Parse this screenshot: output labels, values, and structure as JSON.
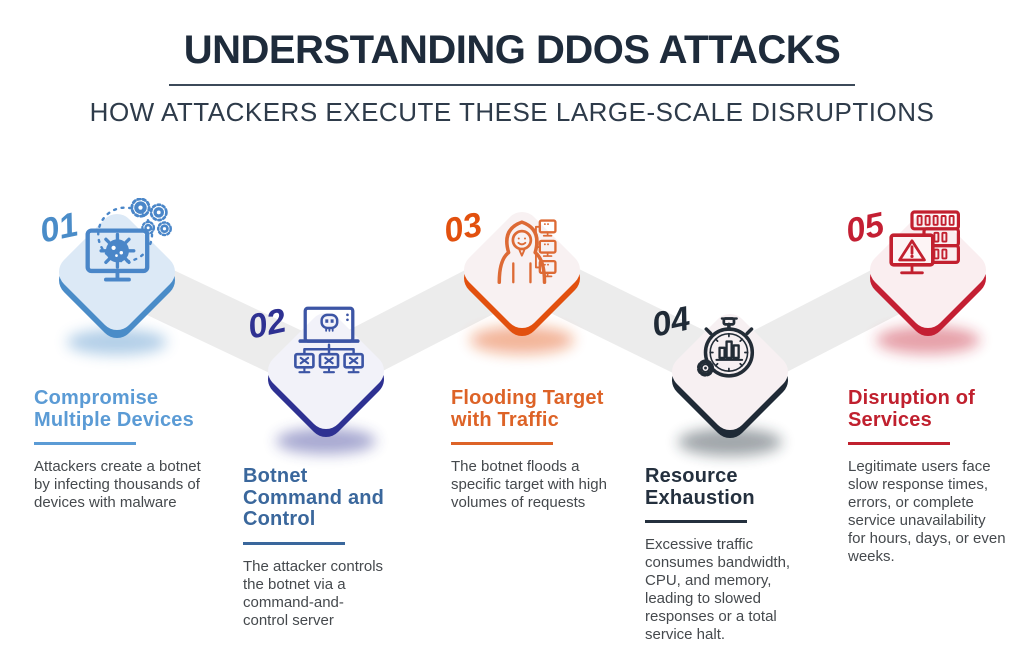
{
  "header": {
    "title": "UNDERSTANDING DDOS ATTACKS",
    "subtitle": "HOW ATTACKERS EXECUTE THESE LARGE-SCALE DISRUPTIONS"
  },
  "palette": {
    "title": "#1e2b3b",
    "subtitle": "#2e3b4a",
    "rule": "#3c4a59",
    "body": "#45494d",
    "ribbon": "#ececec"
  },
  "steps": [
    {
      "number": "01",
      "heading": "Compromise\nMultiple Devices",
      "body": "Attackers create a botnet\nby infecting thousands of\ndevices with malware",
      "icon": "infected-computer-icon",
      "accent": "#4a8cc8",
      "icon_color": "#4a86c8",
      "heading_color": "#5b9bd5",
      "diamond_fill": "#dce9f6"
    },
    {
      "number": "02",
      "heading": "Botnet\nCommand and\nControl",
      "body": "The attacker controls\nthe botnet via a\ncommand-and-\ncontrol server",
      "icon": "botnet-command-icon",
      "accent": "#2e3192",
      "icon_color": "#3c55a5",
      "heading_color": "#3a679c",
      "diamond_fill": "#f2f2f9"
    },
    {
      "number": "03",
      "heading": "Flooding Target\nwith Traffic",
      "body": "The botnet floods a\nspecific target with high\nvolumes of requests",
      "icon": "hacker-flood-icon",
      "accent": "#e2500e",
      "icon_color": "#dd6a35",
      "heading_color": "#dd6327",
      "diamond_fill": "#f8f1f2"
    },
    {
      "number": "04",
      "heading": "Resource\nExhaustion",
      "body": "Excessive traffic\nconsumes bandwidth,\nCPU, and memory,\nleading to slowed\nresponses or a total\nservice halt.",
      "icon": "stopwatch-gear-icon",
      "accent": "#1f2a36",
      "icon_color": "#232c36",
      "heading_color": "#24303e",
      "diamond_fill": "#f7f0f2"
    },
    {
      "number": "05",
      "heading": "Disruption of\nServices",
      "body": "Legitimate users face\nslow response times,\nerrors, or complete\nservice unavailability\nfor hours, days, or even\nweeks.",
      "icon": "server-warning-icon",
      "accent": "#c41f33",
      "icon_color": "#c2202f",
      "heading_color": "#c0202e",
      "diamond_fill": "#faeef0"
    }
  ]
}
